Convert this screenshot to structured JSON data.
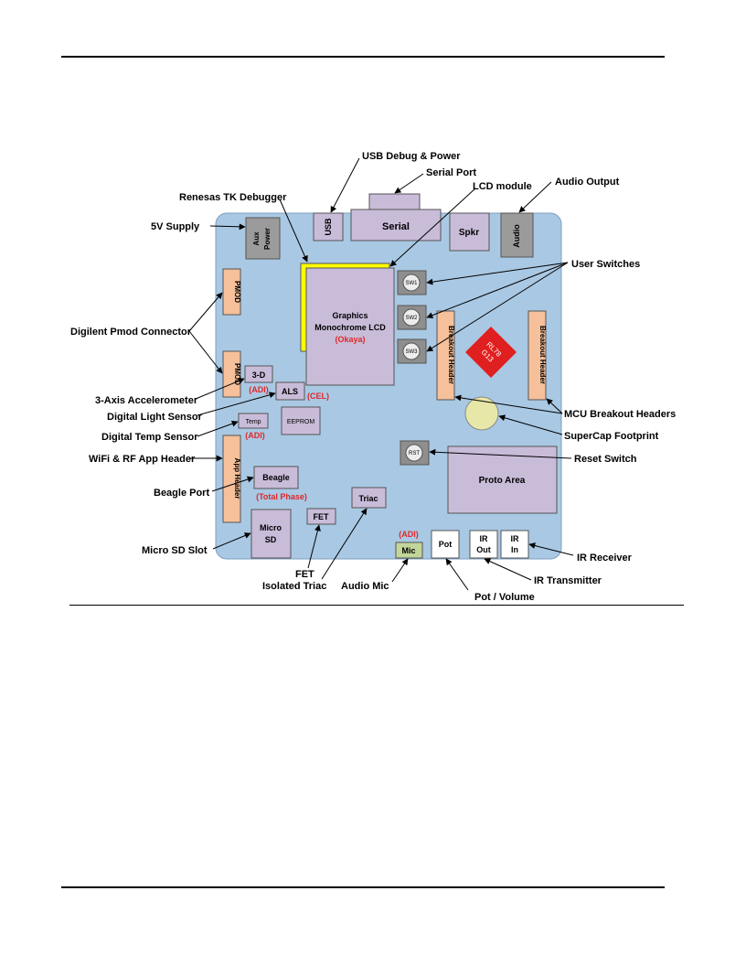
{
  "components": {
    "usb": "USB",
    "serial": "Serial",
    "spkr": "Spkr",
    "audio": "Audio",
    "aux_power": "Aux Power",
    "pmod": "PMOD",
    "lcd_line1": "Graphics",
    "lcd_line2": "Monochrome LCD",
    "lcd_vendor": "(Okaya)",
    "sw1": "SW1",
    "sw2": "SW2",
    "sw3": "SW3",
    "breakout_header": "Breakout Header",
    "chip_line1": "RL78",
    "chip_line2": "G13",
    "accel": "3-D",
    "accel_vendor": "(ADI)",
    "als": "ALS",
    "als_vendor": "(CEL)",
    "temp": "Temp",
    "temp_vendor": "(ADI)",
    "eeprom": "EEPROM",
    "rst": "RST",
    "proto_area": "Proto Area",
    "app_header": "App Header",
    "beagle": "Beagle",
    "beagle_vendor": "(Total Phase)",
    "triac": "Triac",
    "fet": "FET",
    "micro_sd_line1": "Micro",
    "micro_sd_line2": "SD",
    "mic": "Mic",
    "mic_vendor": "(ADI)",
    "pot": "Pot",
    "ir_out_line1": "IR",
    "ir_out_line2": "Out",
    "ir_in_line1": "IR",
    "ir_in_line2": "In"
  },
  "callouts": {
    "usb_debug": "USB Debug & Power",
    "serial_port": "Serial Port",
    "renesas_debugger": "Renesas TK Debugger",
    "lcd_module": "LCD module",
    "audio_output": "Audio Output",
    "supply_5v": "5V Supply",
    "user_switches": "User Switches",
    "pmod_connector": "Digilent Pmod Connector",
    "accelerometer": "3-Axis Accelerometer",
    "light_sensor": "Digital Light Sensor",
    "temp_sensor": "Digital Temp Sensor",
    "wifi_header": "WiFi & RF App Header",
    "beagle_port": "Beagle Port",
    "micro_sd": "Micro SD Slot",
    "fet": "FET",
    "isolated_triac": "Isolated Triac",
    "audio_mic": "Audio Mic",
    "pot_volume": "Pot / Volume",
    "ir_transmitter": "IR Transmitter",
    "ir_receiver": "IR Receiver",
    "mcu_breakout": "MCU Breakout Headers",
    "supercap": "SuperCap Footprint",
    "reset_switch": "Reset Switch"
  },
  "colors": {
    "board": "#a9c8e3",
    "component": "#c9bcd9",
    "gray_connector": "#9b9b9b",
    "header": "#f5c09a",
    "lcd_frame": "#ffff00",
    "chip": "#e02020",
    "mic": "#c2d69a",
    "vendor_text": "#e0282a"
  }
}
